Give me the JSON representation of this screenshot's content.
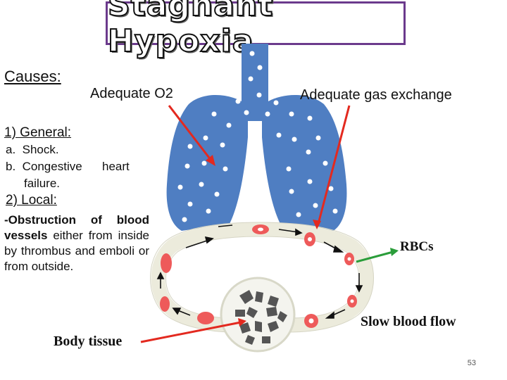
{
  "title": "Stagnant Hypoxia",
  "causes_heading": "Causes:",
  "general": {
    "heading": "1) General:",
    "items": [
      "a.  Shock.",
      "b.  Congestive      heart",
      "failure."
    ]
  },
  "local": {
    "heading": "2) Local:",
    "description": {
      "bold": "-Obstruction of blood vessels",
      "rest": " either from inside by thrombus and emboli or from outside."
    }
  },
  "labels": {
    "adequate_o2": "Adequate O2",
    "adequate_gas_exchange": "Adequate gas exchange",
    "rbcs": "RBCs",
    "slow_blood_flow": "Slow blood flow",
    "body_tissue": "Body tissue"
  },
  "page_number": "53",
  "colors": {
    "lung_blue": "#4f7ec2",
    "rbc_red": "#ee5a5a",
    "arrow_red": "#e3291f",
    "arrow_green": "#2a9d3a",
    "title_border": "#6b3a8c"
  }
}
